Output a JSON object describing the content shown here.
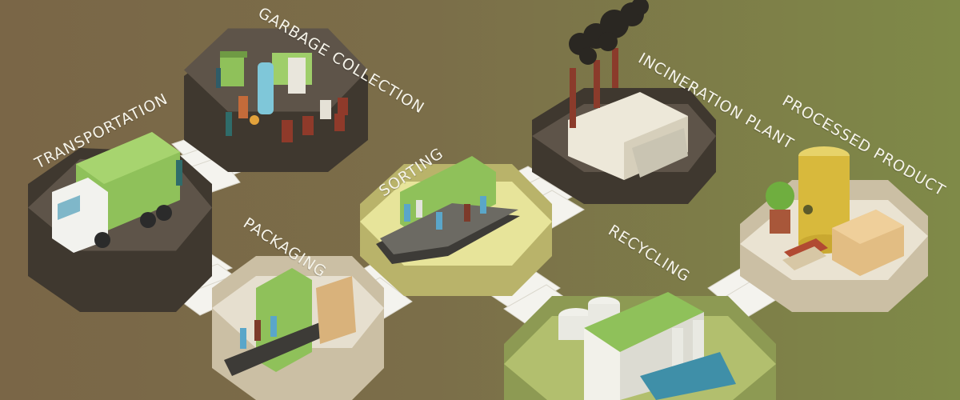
{
  "labels": {
    "transportation": "TRANSPORTATION",
    "garbage_collection": "GARBAGE COLLECTION",
    "sorting": "SORTING",
    "incineration_plant": "INCINERATION PLANT",
    "processed_product": "PROCESSED PRODUCT",
    "packaging": "PACKAGING",
    "recycling": "RECYCLING"
  },
  "colors": {
    "bg_left": "#7a6647",
    "bg_right": "#7f8a48",
    "platform_dark": "#5e5449",
    "platform_dark_side": "#3f382f",
    "platform_light": "#e6dfcf",
    "platform_yellow": "#e7e49a",
    "platform_green": "#b2bf6e",
    "accent_green": "#8fc15a",
    "steps": "#f4f3ee",
    "label_text": "#f6f4ea",
    "smoke": "#2a2722"
  },
  "icons": [
    "garbage-truck-icon",
    "trash-bins-icon",
    "sorting-conveyor-icon",
    "incineration-factory-icon",
    "recycling-building-icon",
    "packaging-conveyor-icon",
    "oil-barrel-icon",
    "potted-plant-icon",
    "cardboard-box-icon",
    "books-icon"
  ]
}
